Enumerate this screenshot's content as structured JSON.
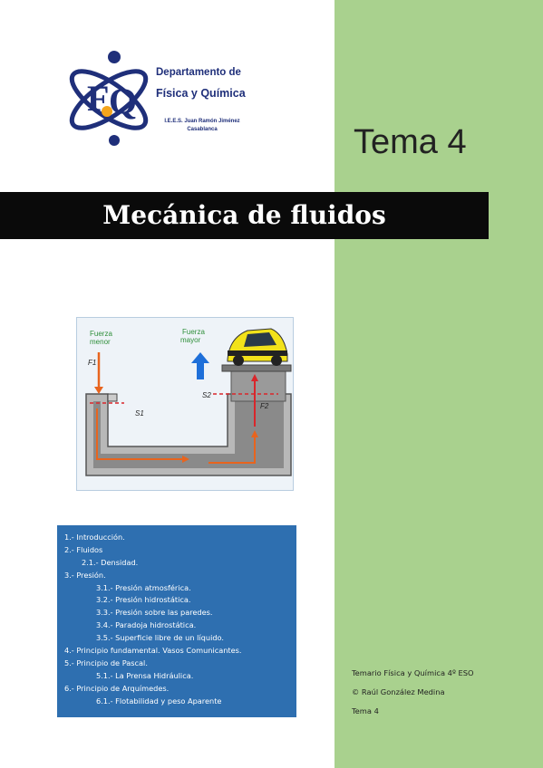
{
  "logo": {
    "department": "Departamento de",
    "subject": "Física y Química",
    "monogram": "FQ",
    "school_line1": "I.E.E.S. Juan Ramón Jiménez",
    "school_line2": "Casablanca"
  },
  "tema": "Tema 4",
  "title": "Mecánica de fluidos",
  "figure": {
    "label_small_force": "Fuerza menor",
    "label_small_force_l1": "Fuerza",
    "label_small_force_l2": "menor",
    "label_big_force_l1": "Fuerza",
    "label_big_force_l2": "mayor",
    "f1": "F1",
    "f2": "F2",
    "s1": "S1",
    "s2": "S2"
  },
  "toc": [
    {
      "text": "1.- Introducción.",
      "level": 0
    },
    {
      "text": "2.- Fluidos",
      "level": 0
    },
    {
      "text": "2.1.- Densidad.",
      "level": 1
    },
    {
      "text": "3.- Presión.",
      "level": 0
    },
    {
      "text": "3.1.- Presión atmosférica.",
      "level": 2
    },
    {
      "text": "3.2.- Presión hidrostática.",
      "level": 2
    },
    {
      "text": "3.3.- Presión sobre las paredes.",
      "level": 2
    },
    {
      "text": "3.4.- Paradoja hidrostática.",
      "level": 2
    },
    {
      "text": "3.5.- Superficie libre de un líquido.",
      "level": 2
    },
    {
      "text": "4.- Principio fundamental. Vasos Comunicantes.",
      "level": 0
    },
    {
      "text": "5.- Principio de Pascal.",
      "level": 0
    },
    {
      "text": "5.1.- La Prensa Hidráulica.",
      "level": 2
    },
    {
      "text": "6.- Principio de Arquímedes.",
      "level": 0
    },
    {
      "text": "6.1.- Flotabilidad y peso Aparente",
      "level": 2
    }
  ],
  "info": {
    "course": "Temario Física y Química 4º ESO",
    "author": "© Raúl González Medina",
    "tema": "Tema 4"
  },
  "colors": {
    "band": "#a9d18e",
    "toc_bg": "#2e6fb0",
    "title_bar": "#0a0a0a",
    "logo_blue": "#1f2f7a",
    "logo_orange": "#f4a51c",
    "arrow_orange": "#e8641e",
    "arrow_red": "#d9262b",
    "arrow_blue": "#1e6fd9",
    "car_yellow": "#f2e21a"
  }
}
